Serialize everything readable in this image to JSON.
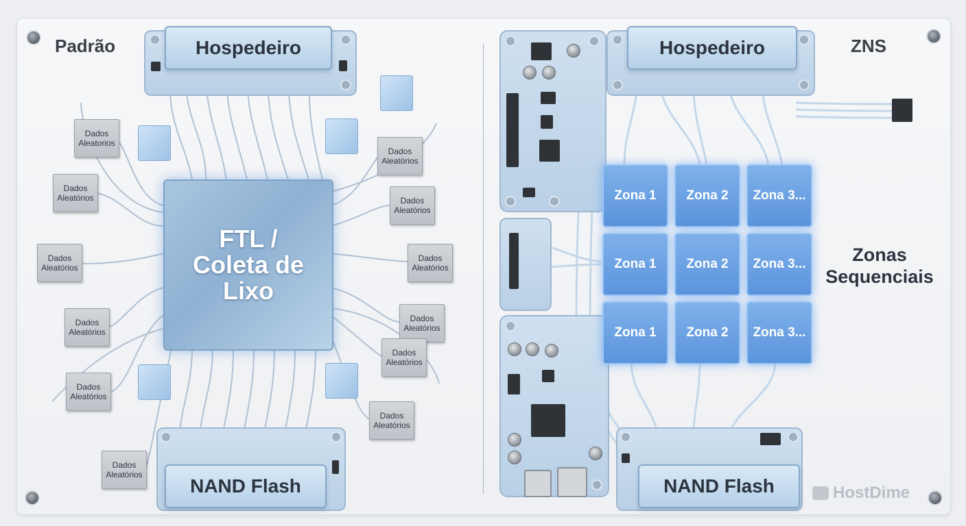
{
  "left": {
    "title": "Padrão",
    "host": "Hospedeiro",
    "chip": [
      "FTL /",
      "Coleta de",
      "Lixo"
    ],
    "nand": "NAND Flash",
    "random_blocks": [
      {
        "line1": "Dados",
        "line2": "Aleatorios"
      },
      {
        "line1": "Dados",
        "line2": "Aleatórios"
      },
      {
        "line1": "Dados",
        "line2": "Aleatórios"
      },
      {
        "line1": "Dados",
        "line2": "Aleatórios"
      },
      {
        "line1": "Dados",
        "line2": "Aleatórios"
      },
      {
        "line1": "Dados",
        "line2": "Aleatórios"
      },
      {
        "line1": "Dados",
        "line2": "Aleatórios"
      },
      {
        "line1": "Dados",
        "line2": "Aleatórios"
      },
      {
        "line1": "Dados",
        "line2": "Aleatórios"
      },
      {
        "line1": "Dados",
        "line2": "Aleatórios"
      },
      {
        "line1": "Dados",
        "line2": "Aleatórios"
      },
      {
        "line1": "Dados",
        "line2": "Aleatórios"
      }
    ]
  },
  "right": {
    "title": "ZNS",
    "host": "Hospedeiro",
    "nand": "NAND Flash",
    "zones_label": [
      "Zonas",
      "Sequenciais"
    ],
    "zones": [
      [
        "Zona 1",
        "Zona 2",
        "Zona 3..."
      ],
      [
        "Zona 1",
        "Zona 2",
        "Zona 3..."
      ],
      [
        "Zona 1",
        "Zona 2",
        "Zona 3..."
      ]
    ]
  },
  "watermark": "HostDime",
  "colors": {
    "zone_blue": "#5b94dc",
    "plate_blue": "#b5d0e8",
    "board": "#f2f4f6"
  }
}
